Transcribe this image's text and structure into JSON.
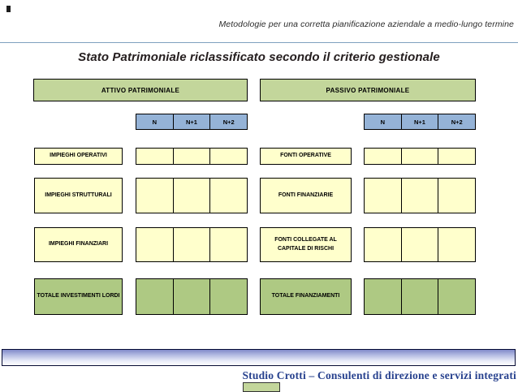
{
  "slide": {
    "header_note": "Metodologie per una corretta pianificazione aziendale a medio-lungo termine",
    "title": "Stato Patrimoniale riclassificato secondo il criterio gestionale",
    "columns": [
      "N",
      "N+1",
      "N+2"
    ]
  },
  "panels": [
    {
      "header": "ATTIVO PATRIMONIALE",
      "rows": [
        {
          "label": "IMPIEGHI OPERATIVI",
          "type": "item",
          "values": [
            "",
            "",
            ""
          ]
        },
        {
          "label": "IMPIEGHI STRUTTURALI",
          "type": "item",
          "values": [
            "",
            "",
            ""
          ]
        },
        {
          "label": "IMPIEGHI FINANZIARI",
          "type": "item",
          "values": [
            "",
            "",
            ""
          ]
        },
        {
          "label": "TOTALE INVESTIMENTI LORDI",
          "type": "total",
          "values": [
            "",
            "",
            ""
          ]
        }
      ]
    },
    {
      "header": "PASSIVO PATRIMONIALE",
      "rows": [
        {
          "label": "FONTI OPERATIVE",
          "type": "item",
          "values": [
            "",
            "",
            ""
          ]
        },
        {
          "label": "FONTI FINANZIARIE",
          "type": "item",
          "values": [
            "",
            "",
            ""
          ]
        },
        {
          "label": "FONTI COLLEGATE AL CAPITALE DI RISCHI",
          "type": "item",
          "values": [
            "",
            "",
            ""
          ]
        },
        {
          "label": "TOTALE FINANZIAMENTI",
          "type": "total",
          "values": [
            "",
            "",
            ""
          ]
        }
      ]
    }
  ],
  "footer": {
    "credit": "Studio Crotti – Consulenti di direzione e servizi integrati"
  },
  "colors": {
    "header_green": "#c3d69b",
    "total_green": "#aec983",
    "row_yellow": "#ffffcc",
    "column_blue": "#95b3d7",
    "divider_blue": "#7fa1bf",
    "footer_text_blue": "#27418e",
    "bar_gradient_top": "#8089c9",
    "bar_gradient_bottom": "#ffffff"
  }
}
